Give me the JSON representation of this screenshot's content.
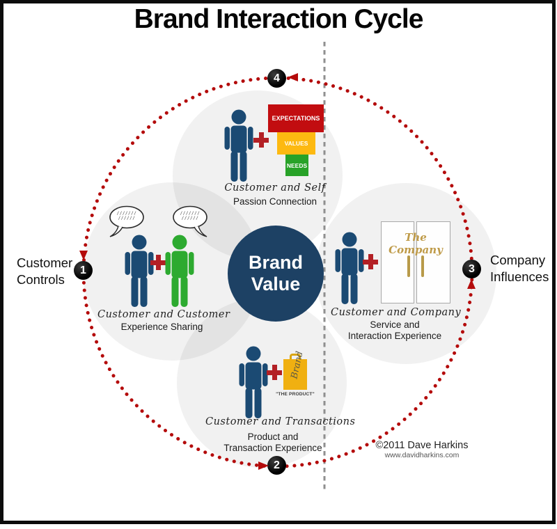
{
  "title": "Brand Interaction Cycle",
  "center_circle": {
    "line1": "Brand",
    "line2": "Value"
  },
  "side_labels": {
    "left_line1": "Customer",
    "left_line2": "Controls",
    "right_line1": "Company",
    "right_line2": "Influences"
  },
  "markers": {
    "left": "1",
    "bottom": "2",
    "right": "3",
    "top": "4"
  },
  "quadrant_top": {
    "boxes": [
      {
        "label": "EXPECTATIONS",
        "color": "#c20d10"
      },
      {
        "label": "VALUES",
        "color": "#fdb911"
      },
      {
        "label": "NEEDS",
        "color": "#28a228"
      }
    ],
    "handwritten_label": "Customer and Self",
    "sublabel": "Passion Connection"
  },
  "quadrant_left": {
    "bubble_line1": "///////",
    "bubble_line2": "//////",
    "handwritten_label": "Customer and Customer",
    "sublabel": "Experience Sharing"
  },
  "quadrant_right": {
    "door_label": "The Company",
    "handwritten_label": "Customer and Company",
    "sublabel_line1": "Service and",
    "sublabel_line2": "Interaction Experience"
  },
  "quadrant_bottom": {
    "bag_label": "Brand",
    "bag_caption": "\"THE PRODUCT\"",
    "handwritten_label": "Customer and Transactions",
    "sublabel_line1": "Product and",
    "sublabel_line2": "Transaction Experience"
  },
  "credit": {
    "line1": "©2011 Dave Harkins",
    "line2": "www.davidharkins.com"
  },
  "colors": {
    "person_blue": "#1b4a73",
    "person_green": "#2daa30",
    "plus_red": "#b32025",
    "cycle_dot_red": "#b40b0b",
    "brand_circle_navy": "#1d4164",
    "box_red": "#c20d10",
    "box_yellow": "#fdb911",
    "box_green": "#28a228",
    "gold": "#bf9b49",
    "bag_yellow": "#f0b011"
  }
}
